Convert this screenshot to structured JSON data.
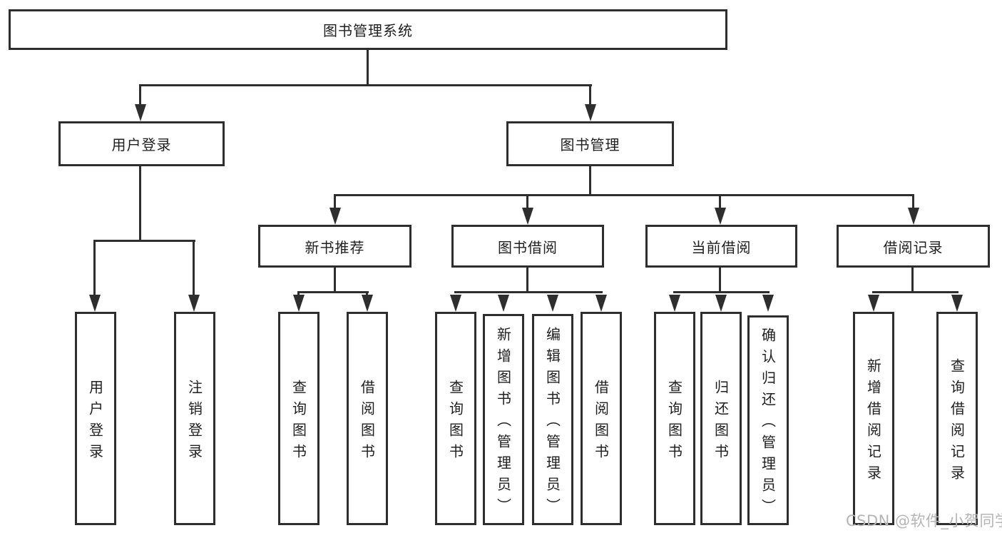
{
  "diagram_title": "图书管理系统",
  "colors": {
    "line": "#2e2e2e",
    "text": "#1f1f1f",
    "watermark": "#b5b5b5",
    "background": "#ffffff"
  },
  "nodes": {
    "root": "图书管理系统",
    "user_login": "用户登录",
    "book_mgmt": "图书管理",
    "new_book_rec": "新书推荐",
    "book_borrow": "图书借阅",
    "current_borrow": "当前借阅",
    "borrow_records": "借阅记录",
    "leaf_user_login": "用户登录",
    "leaf_user_logout": "注销登录",
    "leaf_rec_query": "查询图书",
    "leaf_rec_borrow": "借阅图书",
    "leaf_bb_query": "查询图书",
    "leaf_bb_add": "新增图书（管理员）",
    "leaf_bb_edit": "编辑图书（管理员）",
    "leaf_bb_borrow": "借阅图书",
    "leaf_cb_query": "查询图书",
    "leaf_cb_return": "归还图书",
    "leaf_cb_confirm": "确认归还（管理员）",
    "leaf_br_add": "新增借阅记录",
    "leaf_br_query": "查询借阅记录"
  },
  "watermark": "CSDN @软件_小贺同学"
}
